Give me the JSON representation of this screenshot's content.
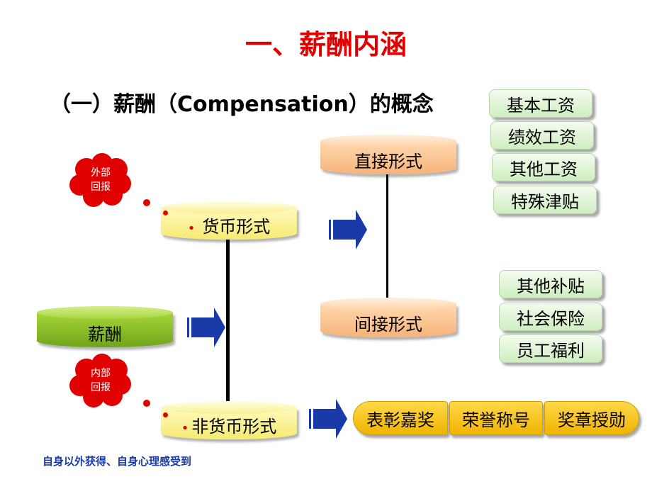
{
  "title": "一、薪酬内涵",
  "subtitle": "（一）薪酬（Compensation）的概念",
  "root": "薪酬",
  "external_reward": {
    "line1": "外部",
    "line2": "回报"
  },
  "internal_reward": {
    "line1": "内部",
    "line2": "回报"
  },
  "monetary": {
    "bullet": "•",
    "label": "货币形式"
  },
  "non_monetary": {
    "bullet": "•",
    "label": "非货币形式"
  },
  "direct": "直接形式",
  "indirect": "间接形式",
  "direct_items": [
    "基本工资",
    "绩效工资",
    "其他工资",
    "特殊津贴"
  ],
  "indirect_items": [
    "其他补贴",
    "社会保险",
    "员工福利"
  ],
  "non_monetary_items": [
    "表彰嘉奖",
    "荣誉称号",
    "奖章授勋"
  ],
  "footer": "自身以外获得、自身心理感受到",
  "colors": {
    "title": "#e00000",
    "footer": "#1a3aa8",
    "arrow": "#1a3aa8",
    "cloud": "#e00000"
  }
}
